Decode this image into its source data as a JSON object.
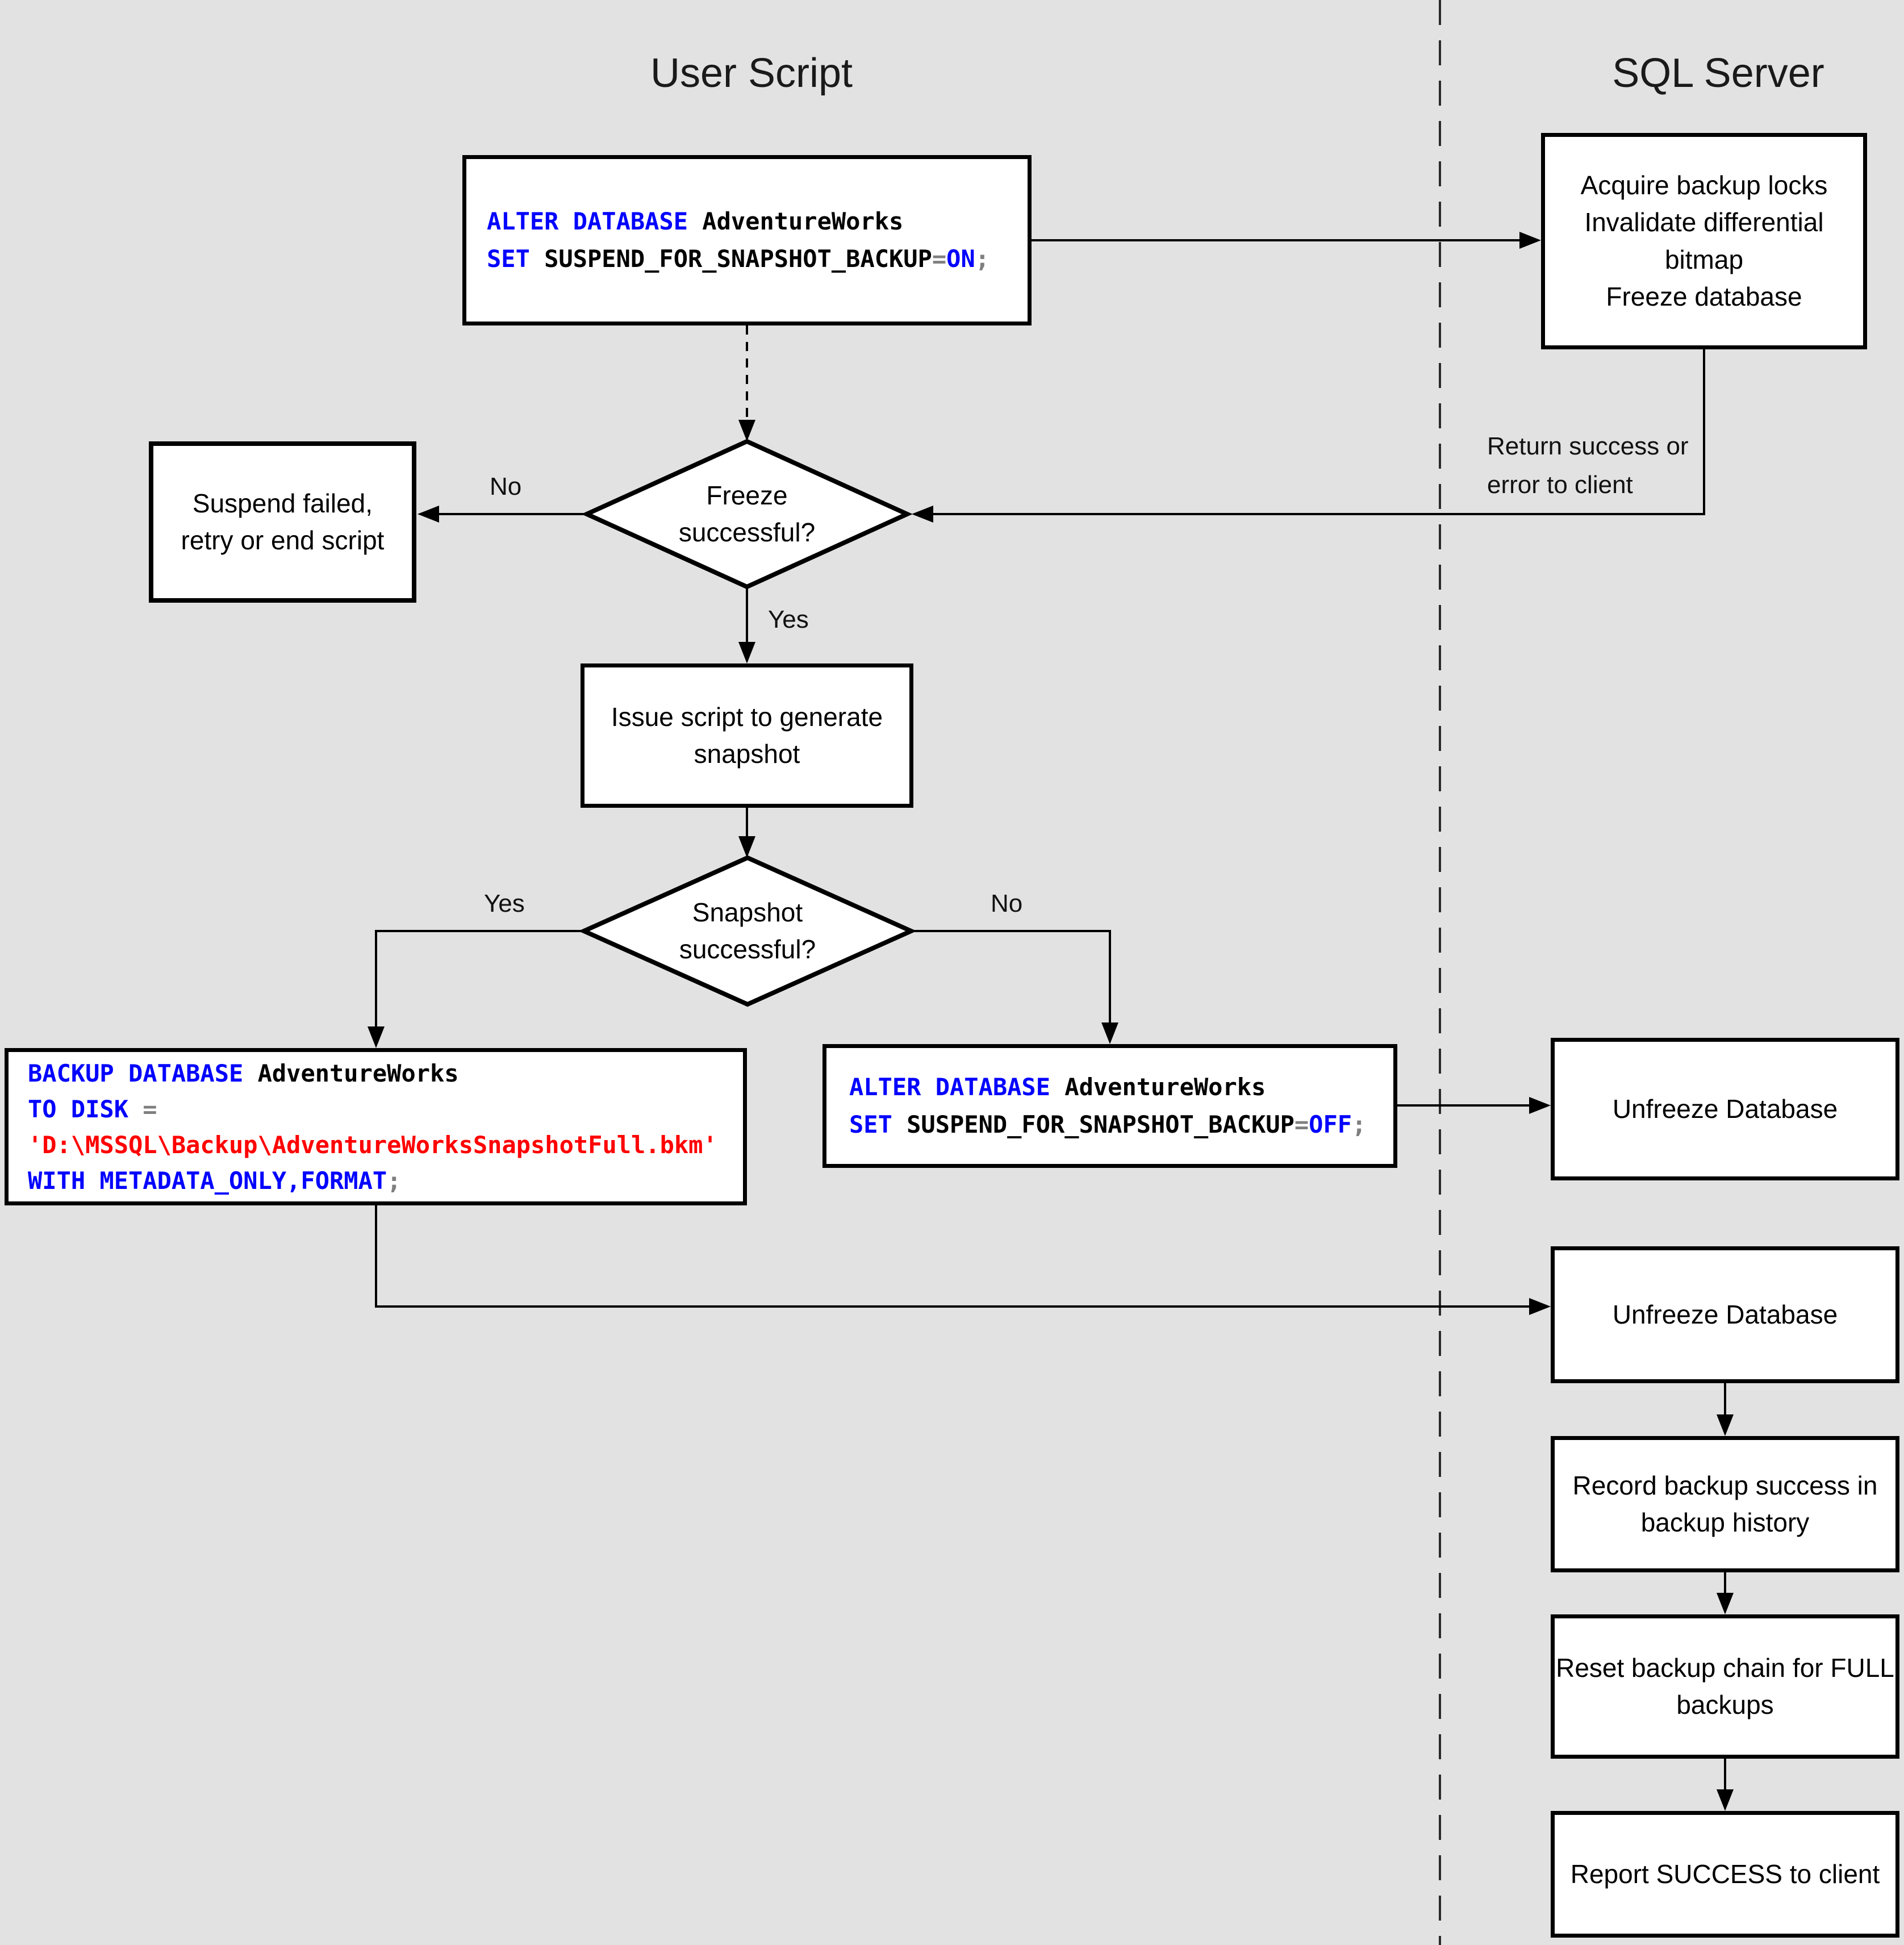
{
  "titles": {
    "left": "User Script",
    "right": "SQL Server"
  },
  "annotations": {
    "return_note": "Return success or error to client"
  },
  "edge_labels": {
    "freeze_no": "No",
    "freeze_yes": "Yes",
    "snapshot_yes": "Yes",
    "snapshot_no": "No"
  },
  "nodes": {
    "acquire": {
      "lines": [
        "Acquire backup locks",
        "Invalidate differential bitmap",
        "Freeze database"
      ]
    },
    "suspend": {
      "label": "Suspend failed, retry or end script"
    },
    "freeze_decision": {
      "label": "Freeze successful?"
    },
    "issue_script": {
      "label": "Issue script to generate snapshot"
    },
    "snapshot_decision": {
      "label": "Snapshot successful?"
    },
    "unfreeze_1": {
      "label": "Unfreeze Database"
    },
    "unfreeze_2": {
      "label": "Unfreeze Database"
    },
    "record_history": {
      "label": "Record backup success in backup history"
    },
    "reset_chain": {
      "label": "Reset backup chain for FULL backups"
    },
    "report_success": {
      "label": "Report SUCCESS to client"
    }
  },
  "code": {
    "alter_on": {
      "lines": [
        [
          {
            "text": "ALTER DATABASE",
            "style": "keyword"
          },
          {
            "text": " AdventureWorks",
            "style": "plain"
          }
        ],
        [
          {
            "text": "SET",
            "style": "keyword"
          },
          {
            "text": " SUSPEND_FOR_SNAPSHOT_BACKUP",
            "style": "plain"
          },
          {
            "text": "=",
            "style": "operator"
          },
          {
            "text": "ON",
            "style": "keyword"
          },
          {
            "text": ";",
            "style": "operator"
          }
        ]
      ]
    },
    "backup": {
      "lines": [
        [
          {
            "text": "BACKUP DATABASE",
            "style": "keyword"
          },
          {
            "text": " AdventureWorks",
            "style": "plain"
          }
        ],
        [
          {
            "text": "TO DISK",
            "style": "keyword"
          },
          {
            "text": " =",
            "style": "operator"
          }
        ],
        [
          {
            "text": "'D:\\MSSQL\\Backup\\AdventureWorksSnapshotFull.bkm'",
            "style": "string"
          }
        ],
        [
          {
            "text": "WITH METADATA_ONLY,FORMAT",
            "style": "keyword"
          },
          {
            "text": ";",
            "style": "operator"
          }
        ]
      ]
    },
    "alter_off": {
      "lines": [
        [
          {
            "text": "ALTER DATABASE",
            "style": "keyword"
          },
          {
            "text": " AdventureWorks",
            "style": "plain"
          }
        ],
        [
          {
            "text": "SET",
            "style": "keyword"
          },
          {
            "text": " SUSPEND_FOR_SNAPSHOT_BACKUP",
            "style": "plain"
          },
          {
            "text": "=",
            "style": "operator"
          },
          {
            "text": "OFF",
            "style": "keyword"
          },
          {
            "text": ";",
            "style": "operator"
          }
        ]
      ]
    }
  },
  "colors": {
    "background": "#e2e2e2",
    "node_fill": "#ffffff",
    "line": "#000000",
    "keyword": "#0000ff",
    "string": "#ff0000",
    "operator": "#7f7f7f"
  }
}
